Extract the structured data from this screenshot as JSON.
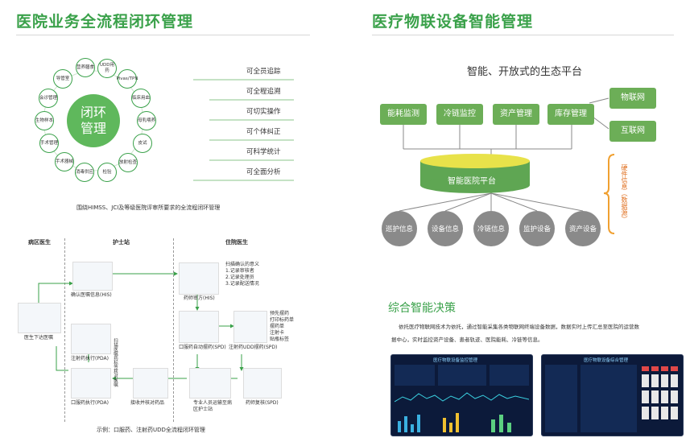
{
  "left": {
    "title": "医院业务全流程闭环管理",
    "hub_label": "闭环管理",
    "satellites": [
      "营养膳食",
      "UDD用药",
      "Pivas/TPN",
      "临床用血",
      "母乳喂养",
      "皮试",
      "放射检查",
      "检验",
      "消毒供应",
      "手术器械",
      "手术管理",
      "生物样本",
      "会诊管理",
      "导管室"
    ],
    "goals": [
      "可全员追踪",
      "可全程追溯",
      "可切实操作",
      "可个体纠正",
      "可科学统计",
      "可全面分析"
    ],
    "caption1": "围绕HIMSS、JCI及等级医院评审所要求的全流程闭环管理",
    "lanes": [
      "病区医生",
      "护士站",
      "住院医生"
    ],
    "steps": {
      "confirm": "确认医嘱信息(HIS)",
      "pharmacy": "药师审方(HIS)",
      "scan_title": "扫描确认的意义",
      "scan_items": [
        "1.记录审核者",
        "2.记录处理员",
        "3.记录配送情况"
      ],
      "auto_med": "口服药自动摆药(SPD)",
      "inj_udd": "注射药UDD摆药(SPD)",
      "pre_pack": [
        "预先摆药",
        "打印标药单",
        "摆药单",
        "注射卡",
        "贴瓶标签"
      ],
      "doctor_order": "医生下达医嘱",
      "inj_exec": "注射药执行(PDA)",
      "oral_exec": "口服药执行(PDA)",
      "receive": "接收并核对药品",
      "scan_check": "扫描医嘱药标签核对医嘱",
      "transport": "专业人员运输至病区护士站",
      "recheck": "药师复核(SPD)"
    },
    "caption2": "示例：口服药、注射药UDD全流程闭环管理"
  },
  "right": {
    "title": "医疗物联设备智能管理",
    "subtitle": "智能、开放式的生态平台",
    "top_boxes": [
      "能耗监测",
      "冷链监控",
      "资产管理",
      "库存管理"
    ],
    "side_boxes": [
      "物联网",
      "互联网"
    ],
    "platform": "智能医院平台",
    "bottom_circles": [
      "巡护信息",
      "设备信息",
      "冷链信息",
      "监护设备",
      "资产设备"
    ],
    "vertical_label": "硬件信息（数据源）",
    "section2_title": "综合智能决策",
    "section2_text_line1": "依托医疗物联网技术为依托，通过智能采集各类物联网终端设备数据，数据实时上传汇总至医院的运营数",
    "section2_text_line2": "据中心，实时监控资产设备、患者轨迹、医院能耗、冷链等信息。",
    "screen1_title": "医疗物联设备监控管理",
    "screen2_title": "医疗物联设备综合管理"
  },
  "colors": {
    "accent": "#3aa14a",
    "box": "#6cae57",
    "circle": "#8a8a8a",
    "orange": "#f0a030"
  }
}
